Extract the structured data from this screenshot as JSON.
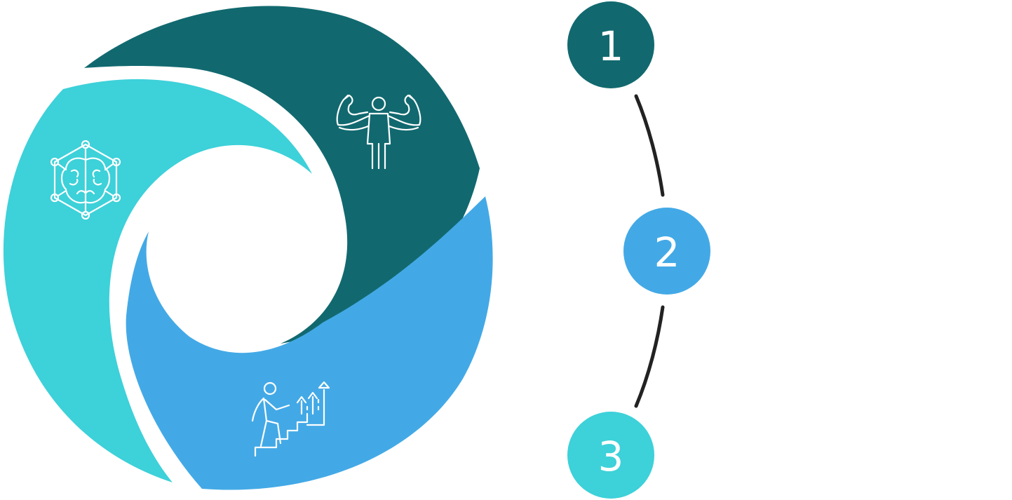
{
  "colors": {
    "background": "#ffffff",
    "teal_dark": "#11696f",
    "teal_light": "#3dd1d9",
    "blue": "#43a9e6",
    "connector": "#222222",
    "icon_stroke": "#ffffff"
  },
  "diagram": {
    "type": "three-part cycle with numbered steps",
    "segments": [
      {
        "id": "1",
        "color": "teal_dark",
        "icon": "flexing-strong-person-icon"
      },
      {
        "id": "2",
        "color": "blue",
        "icon": "person-climbing-stairs-growth-icon"
      },
      {
        "id": "3",
        "color": "teal_light",
        "icon": "brain-network-icon"
      }
    ]
  },
  "steps": [
    {
      "number": "1",
      "color": "teal_dark"
    },
    {
      "number": "2",
      "color": "blue"
    },
    {
      "number": "3",
      "color": "teal_light"
    }
  ]
}
